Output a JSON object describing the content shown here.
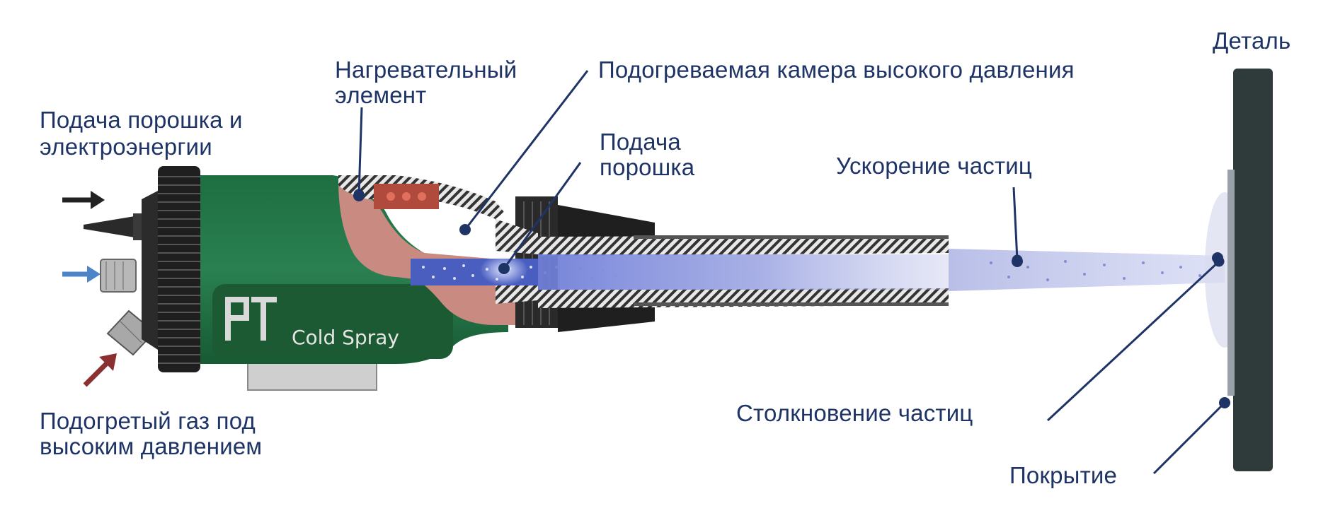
{
  "labels": {
    "powder_power_feed": [
      "Подача порошка и",
      "электроэнергии"
    ],
    "heating_element": [
      "Нагревательный",
      "элемент"
    ],
    "heated_chamber": "Подогреваемая камера высокого давления",
    "powder_feed": [
      "Подача",
      "порошка"
    ],
    "particle_acceleration": "Ускорение  частиц",
    "part": "Деталь",
    "heated_gas": [
      "Подогретый газ под",
      "высоким давлением"
    ],
    "particle_collision": "Столкновение частиц",
    "coating": "Покрытие"
  },
  "brand": {
    "logo_text": "PT",
    "name": "Cold Spray"
  },
  "colors": {
    "label_text": "#1f3466",
    "gun_body": "#1f6b3d",
    "chamber": "#c98a82",
    "part": "#2f3b3b",
    "particle_jet": "#7a86d8"
  }
}
